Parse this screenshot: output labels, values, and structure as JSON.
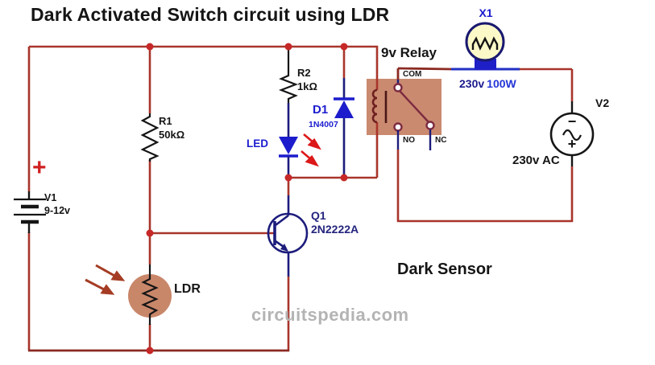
{
  "title": "Dark Activated Switch circuit using LDR",
  "captions": {
    "dark_sensor": "Dark Sensor",
    "watermark": "circuitspedia.com"
  },
  "components": {
    "battery": {
      "label": "V1",
      "value": "9-12v",
      "plus_sign": "+"
    },
    "r1": {
      "label": "R1",
      "value": "50kΩ"
    },
    "r2": {
      "label": "R2",
      "value": "1kΩ"
    },
    "led": {
      "label": "LED"
    },
    "d1": {
      "label": "D1",
      "part": "1N4007"
    },
    "q1": {
      "label": "Q1",
      "part": "2N2222A"
    },
    "ldr": {
      "label": "LDR"
    },
    "relay": {
      "label": "9v Relay",
      "terminals": {
        "com": "COM",
        "no": "NO",
        "nc": "NC"
      }
    },
    "lamp": {
      "label": "X1",
      "voltage": "230v",
      "power": "100W"
    },
    "ac_source": {
      "label": "V2",
      "value": "230v AC",
      "minus_sign": "−",
      "plus_sign": "+"
    }
  },
  "colors": {
    "wire_red": "#a8352b",
    "wire_dark_red": "#8b2a22",
    "wire_navy": "#1c1c7c",
    "wire_blue": "#2230c4",
    "component_blue": "#1c1ccd",
    "relay_body": "#ca8a70",
    "ldr_body": "#c9876a",
    "bulb_fill": "#fcf9c8",
    "junction_dot": "#c62828",
    "watermark_gray": "#b4b4b4"
  }
}
